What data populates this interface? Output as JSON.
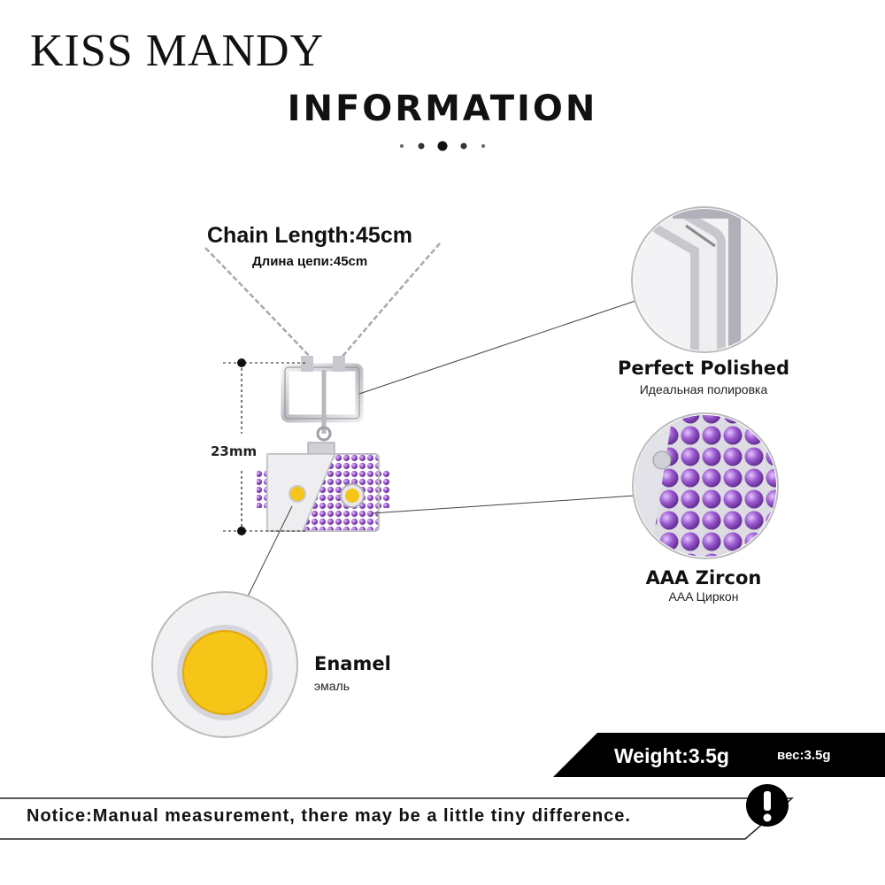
{
  "brand": {
    "name": "KISS MANDY"
  },
  "heading": {
    "title": "INFORMATION"
  },
  "chain": {
    "title": "Chain Length:45cm",
    "subtitle": "Длина цепи:45cm"
  },
  "dimension": {
    "label": "23mm"
  },
  "features": {
    "polished": {
      "title": "Perfect  Polished",
      "subtitle": "Идеальная полировка"
    },
    "zircon": {
      "title": "AAA  Zircon",
      "subtitle": "AAA Циркон"
    },
    "enamel": {
      "title": "Enamel",
      "subtitle": "эмаль"
    }
  },
  "weight": {
    "label": "Weight:3.5g",
    "label_ru": "вес:3.5g"
  },
  "notice": {
    "text": "Notice:Manual measurement, there may be a little tiny difference.",
    "icon": "exclamation-icon"
  },
  "colors": {
    "zircon": "#9b59d0",
    "enamel": "#f5c518",
    "silver": "#d8d8dc",
    "banner": "#000000"
  }
}
